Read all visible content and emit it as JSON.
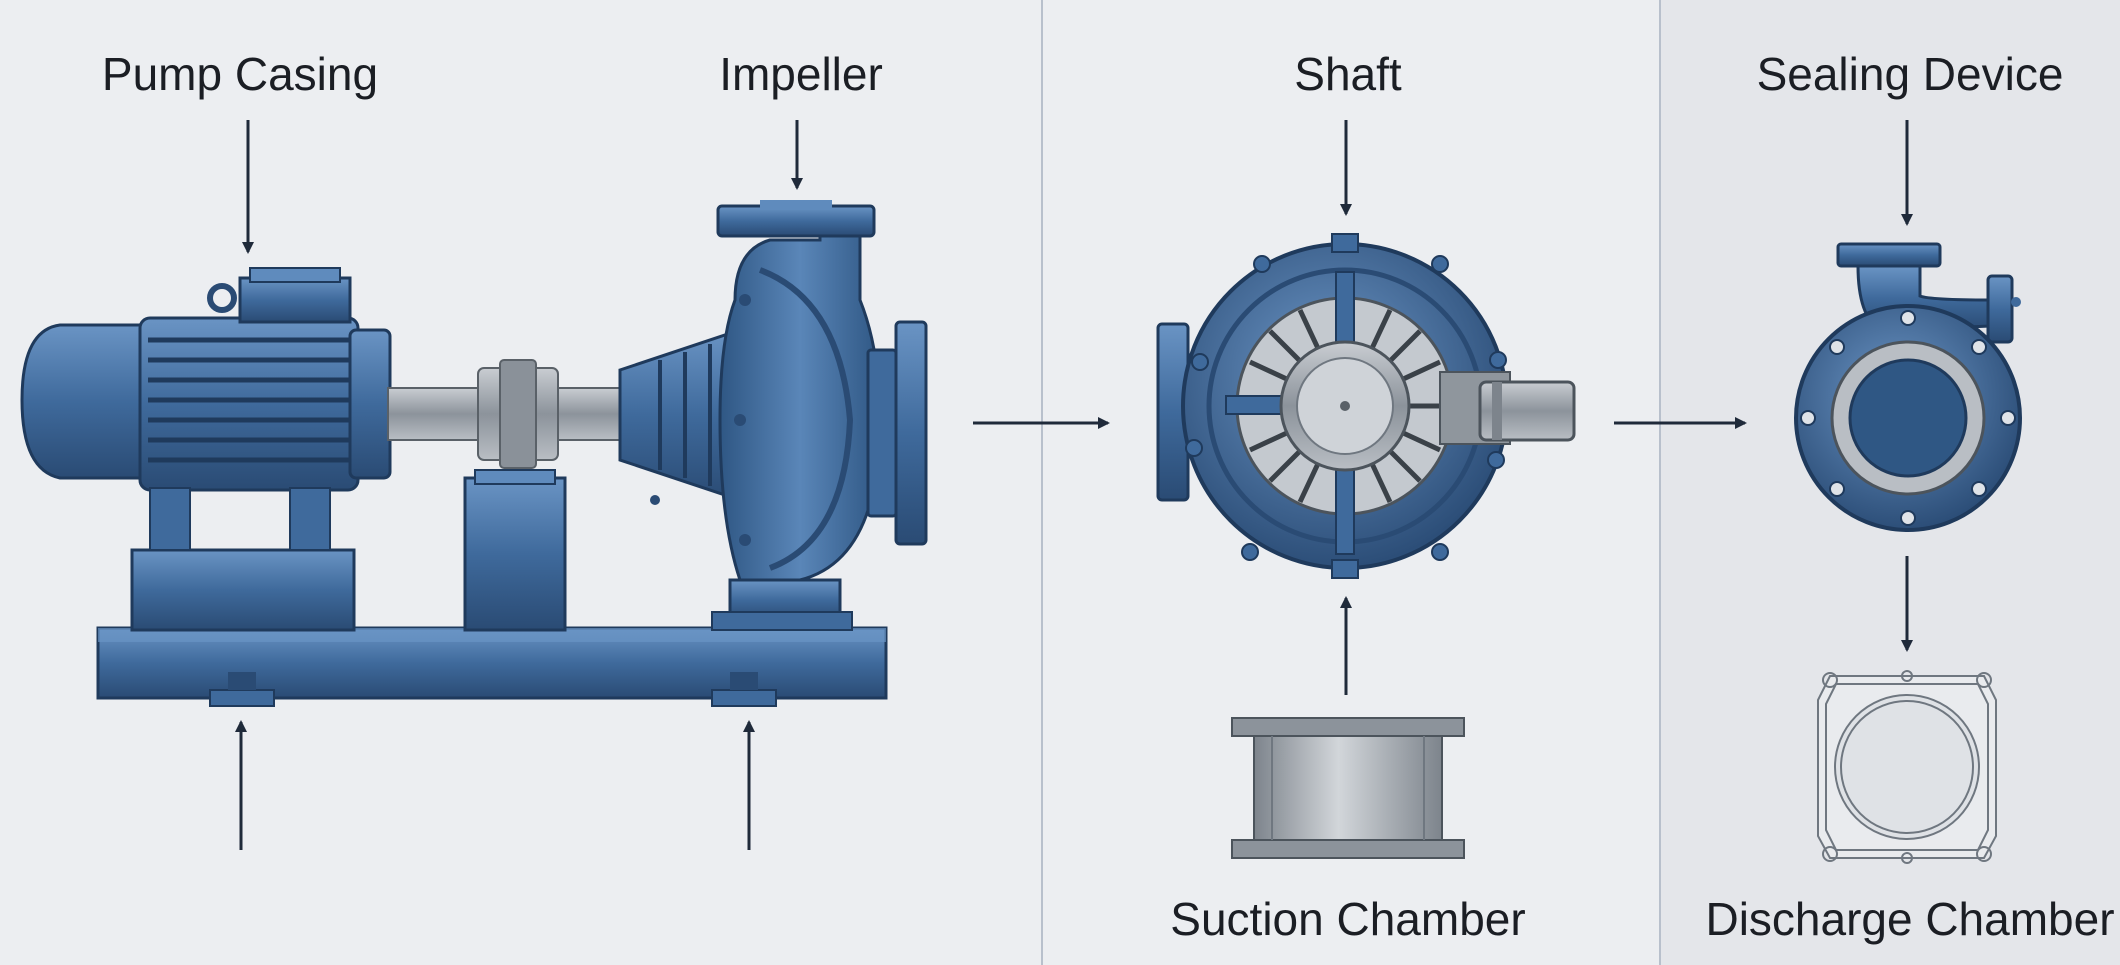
{
  "labels": {
    "pump_casing": "Pump Casing",
    "impeller": "Impeller",
    "shaft": "Shaft",
    "sealing_device": "Sealing Device",
    "suction_chamber": "Suction Chamber",
    "discharge_chamber": "Discharge Chamber"
  },
  "colors": {
    "background": "#eceef1",
    "panel_right": "#e4e6ea",
    "divider": "#b8c0cc",
    "pump_blue": "#3f6a9c",
    "pump_blue_dark": "#2a4b74",
    "pump_blue_light": "#5f8bbd",
    "steel": "#a9b0b8",
    "steel_dark": "#6f7780",
    "arrow": "#1f2a3a"
  },
  "icons": [
    "motor-illustration",
    "pump-casing-illustration",
    "coupling-illustration",
    "impeller-illustration",
    "shaft-illustration",
    "suction-chamber-illustration",
    "sealing-device-illustration",
    "discharge-chamber-illustration"
  ]
}
